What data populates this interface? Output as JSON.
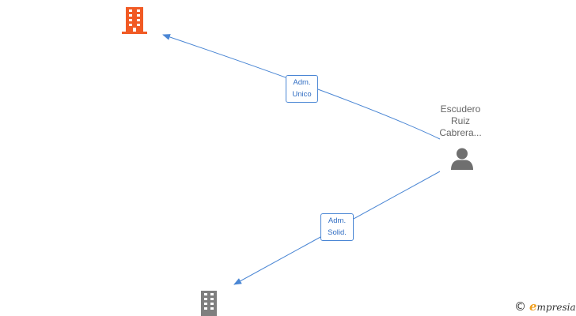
{
  "colors": {
    "edge": "#4a86d4",
    "company_primary": "#f15a24",
    "company_secondary": "#7f7f7f",
    "person": "#6f6f6f",
    "brand_accent": "#f0a020"
  },
  "nodes": {
    "company_top": {
      "icon": "building-icon",
      "label": ""
    },
    "company_bottom": {
      "icon": "building-icon",
      "label": ""
    },
    "person": {
      "icon": "person-icon",
      "name_lines": [
        "Escudero",
        "Ruiz",
        "Cabrera..."
      ]
    }
  },
  "edges": [
    {
      "from": "person",
      "to": "company_top",
      "label_lines": [
        "Adm.",
        "Unico"
      ]
    },
    {
      "from": "person",
      "to": "company_bottom",
      "label_lines": [
        "Adm.",
        "Solid."
      ]
    }
  ],
  "watermark": {
    "copyright_symbol": "©",
    "brand_initial": "e",
    "brand_rest": "mpresia"
  }
}
